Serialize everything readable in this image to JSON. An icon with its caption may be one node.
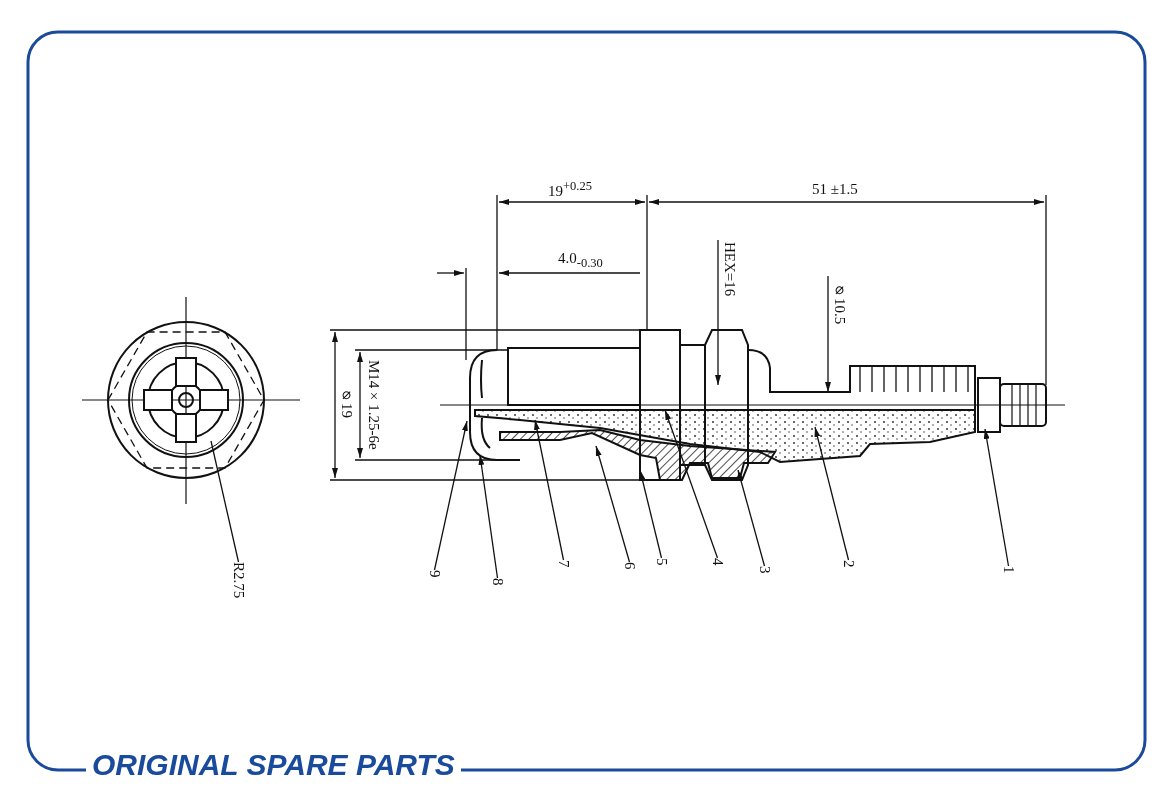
{
  "diagram": {
    "nodes": [
      {
        "text": [
          "R2.75"
        ]
      },
      {
        "text": [
          "9"
        ]
      },
      {
        "text": [
          "8"
        ]
      },
      {
        "text": [
          "7"
        ]
      },
      {
        "text": [
          "6"
        ]
      },
      {
        "text": [
          "5"
        ]
      },
      {
        "text": [
          "4"
        ]
      },
      {
        "text": [
          "3"
        ]
      },
      {
        "text": [
          "2"
        ]
      },
      {
        "text": [
          "1"
        ]
      }
    ],
    "edges": [
      {
        "from": 0,
        "to": null,
        "arrow": "none"
      },
      {
        "from": 1,
        "to": null,
        "arrow": "to"
      },
      {
        "from": 2,
        "to": null,
        "arrow": "to"
      },
      {
        "from": 3,
        "to": null,
        "arrow": "to"
      },
      {
        "from": 4,
        "to": null,
        "arrow": "to"
      },
      {
        "from": 5,
        "to": null,
        "arrow": "to"
      },
      {
        "from": 6,
        "to": null,
        "arrow": "to"
      },
      {
        "from": 7,
        "to": null,
        "arrow": "to"
      },
      {
        "from": 8,
        "to": null,
        "arrow": "to"
      },
      {
        "from": 9,
        "to": null,
        "arrow": "to"
      }
    ],
    "labels": [
      "19$^{+0.25}$",
      "51 ±1.5",
      "4.0$_{-0.30}$",
      "HEX=16",
      "⌀10.5",
      "⌀19",
      "M14×1.25-6e",
      "ORIGINAL SPARE PARTS"
    ]
  }
}
